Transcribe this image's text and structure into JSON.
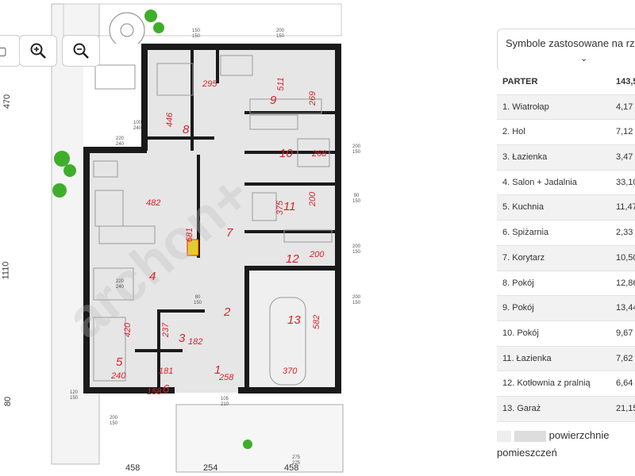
{
  "plan": {
    "zoom_in_icon": "zoom-in-icon",
    "zoom_out_icon": "zoom-out-icon",
    "dims": {
      "left_top": "470",
      "left_mid": "1110",
      "left_bot": "80",
      "bottom_left": "458",
      "bottom_mid": "254",
      "bottom_right": "458"
    },
    "rooms": [
      {
        "num": "1",
        "dim": "258"
      },
      {
        "num": "2",
        "dim": ""
      },
      {
        "num": "3",
        "dim": "182"
      },
      {
        "num": "4",
        "dim": "681"
      },
      {
        "num": "5",
        "dim": "240"
      },
      {
        "num": "6",
        "dim": "158"
      },
      {
        "num": "7",
        "dim": ""
      },
      {
        "num": "8",
        "dim": "295"
      },
      {
        "num": "9",
        "dim": "511"
      },
      {
        "num": "10",
        "dim": "268"
      },
      {
        "num": "11",
        "dim": "375"
      },
      {
        "num": "12",
        "dim": "200"
      },
      {
        "num": "13",
        "dim": "582"
      }
    ],
    "extra_dims": [
      "446",
      "269",
      "482",
      "200",
      "420",
      "237",
      "181",
      "370"
    ],
    "window_labels": [
      "150/150",
      "200/150",
      "100/240",
      "220/240",
      "200/150",
      "90/150",
      "200/150",
      "220/240",
      "200/150",
      "120/150",
      "200/150",
      "105/210",
      "275/225",
      "80/150"
    ],
    "watermark": "archon+"
  },
  "sidebar": {
    "dropdown_label": "Symbole zastosowane na rzu",
    "chevron_icon": "chevron-down-icon",
    "header": {
      "name": "PARTER",
      "value": "143,5"
    },
    "rows": [
      {
        "name": "1. Wiatrołap",
        "value": "4,17"
      },
      {
        "name": "2. Hol",
        "value": "7,12"
      },
      {
        "name": "3. Łazienka",
        "value": "3,47"
      },
      {
        "name": "4. Salon + Jadalnia",
        "value": "33,10"
      },
      {
        "name": "5. Kuchnia",
        "value": "11,47"
      },
      {
        "name": "6. Spiżarnia",
        "value": "2,33"
      },
      {
        "name": "7. Korytarz",
        "value": "10,50"
      },
      {
        "name": "8. Pokój",
        "value": "12,86"
      },
      {
        "name": "9. Pokój",
        "value": "13,44"
      },
      {
        "name": "10. Pokój",
        "value": "9,67"
      },
      {
        "name": "11. Łazienka",
        "value": "7,62"
      },
      {
        "name": "12. Kotłownia z pralnią",
        "value": "6,64"
      },
      {
        "name": "13. Garaż",
        "value": "21,15"
      }
    ],
    "legend_text_1": "powierzchnie",
    "legend_text_2": "pomieszczeń"
  },
  "colors": {
    "wall": "#1a1a1a",
    "floor": "#e6e6e6",
    "room_num": "#d8232a",
    "plant": "#3fae2a",
    "fireplace": "#f2d000"
  }
}
